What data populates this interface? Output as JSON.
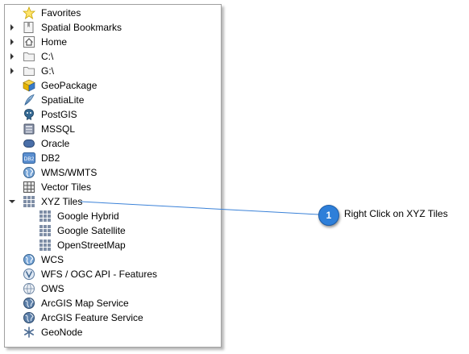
{
  "browser": {
    "items": [
      {
        "label": "Favorites",
        "icon": "star-icon"
      },
      {
        "label": "Spatial Bookmarks",
        "icon": "bookmark-icon"
      },
      {
        "label": "Home",
        "icon": "home-icon"
      },
      {
        "label": "C:\\",
        "icon": "folder-icon"
      },
      {
        "label": "G:\\",
        "icon": "folder-icon"
      },
      {
        "label": "GeoPackage",
        "icon": "geopackage-icon"
      },
      {
        "label": "SpatiaLite",
        "icon": "spatialite-icon"
      },
      {
        "label": "PostGIS",
        "icon": "postgis-icon"
      },
      {
        "label": "MSSQL",
        "icon": "mssql-icon"
      },
      {
        "label": "Oracle",
        "icon": "oracle-icon"
      },
      {
        "label": "DB2",
        "icon": "db2-icon"
      },
      {
        "label": "WMS/WMTS",
        "icon": "wms-globe-icon"
      },
      {
        "label": "Vector Tiles",
        "icon": "vector-tiles-icon"
      },
      {
        "label": "XYZ Tiles",
        "icon": "xyz-tiles-icon"
      },
      {
        "label": "Google Hybrid",
        "icon": "xyz-tiles-icon"
      },
      {
        "label": "Google Satellite",
        "icon": "xyz-tiles-icon"
      },
      {
        "label": "OpenStreetMap",
        "icon": "xyz-tiles-icon"
      },
      {
        "label": "WCS",
        "icon": "wcs-globe-icon"
      },
      {
        "label": "WFS / OGC API - Features",
        "icon": "wfs-globe-icon"
      },
      {
        "label": "OWS",
        "icon": "ows-globe-icon"
      },
      {
        "label": "ArcGIS Map Service",
        "icon": "arcgis-globe-icon"
      },
      {
        "label": "ArcGIS Feature Service",
        "icon": "arcgis-globe-icon"
      },
      {
        "label": "GeoNode",
        "icon": "geonode-icon"
      }
    ],
    "db2_icon_text": "DB2"
  },
  "callout": {
    "number": "1",
    "text": "Right Click on XYZ Tiles"
  },
  "colors": {
    "callout_blue": "#2e7fd9",
    "callout_line": "#3b82d8"
  }
}
